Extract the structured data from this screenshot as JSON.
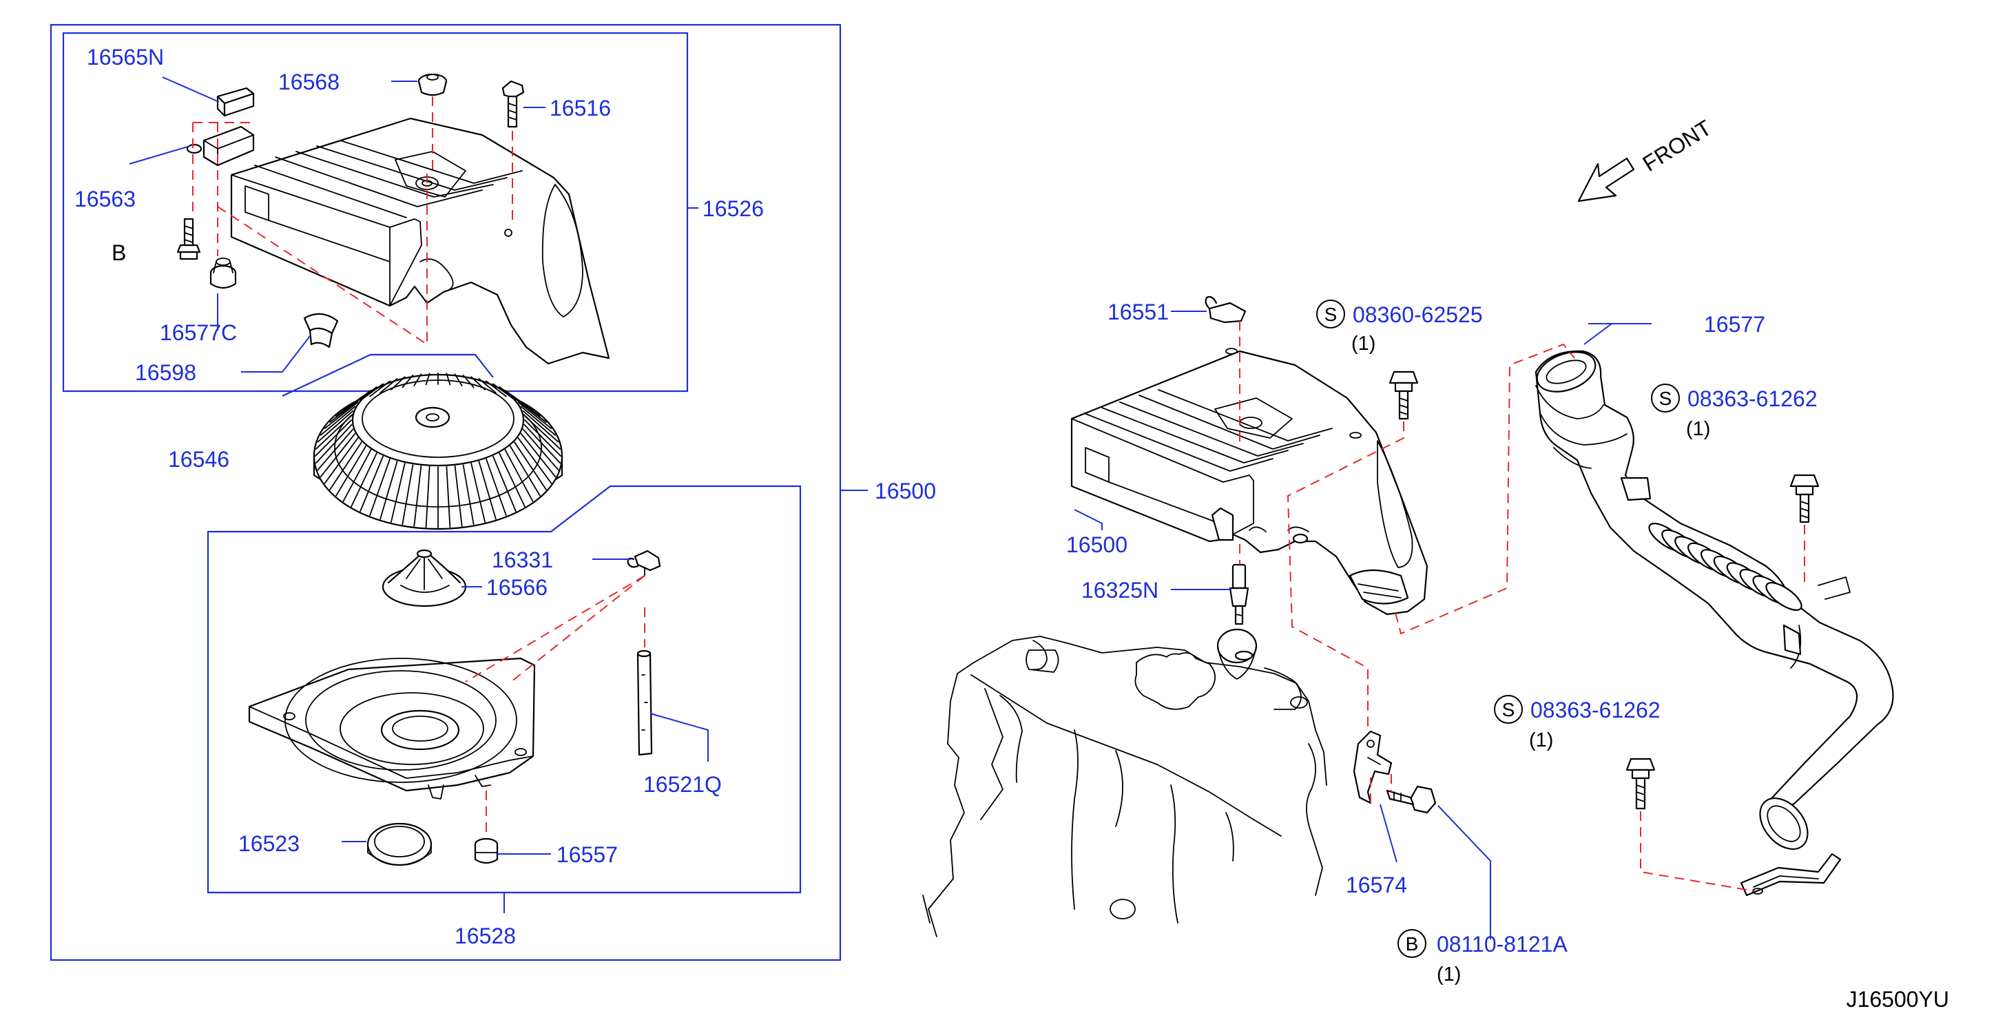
{
  "diagram_id": "J16500YU",
  "front_label": "FRONT",
  "parts": {
    "p16565N": "16565N",
    "p16568": "16568",
    "p16516": "16516",
    "p16563": "16563",
    "p16526": "16526",
    "p16577C": "16577C",
    "p16598": "16598",
    "p16546": "16546",
    "p16500_left": "16500",
    "p16331": "16331",
    "p16566": "16566",
    "p16521Q": "16521Q",
    "p16523": "16523",
    "p16557": "16557",
    "p16528": "16528",
    "p16551": "16551",
    "p16500_right": "16500",
    "p16325N": "16325N",
    "p16577": "16577",
    "p16574": "16574"
  },
  "bolt_callout": "B",
  "fasteners": [
    {
      "symbol": "S",
      "part": "08360-62525",
      "qty": "(1)"
    },
    {
      "symbol": "S",
      "part": "08363-61262",
      "qty": "(1)"
    },
    {
      "symbol": "S",
      "part": "08363-61262",
      "qty": "(1)"
    },
    {
      "symbol": "B",
      "part": "08110-8121A",
      "qty": "(1)"
    }
  ]
}
